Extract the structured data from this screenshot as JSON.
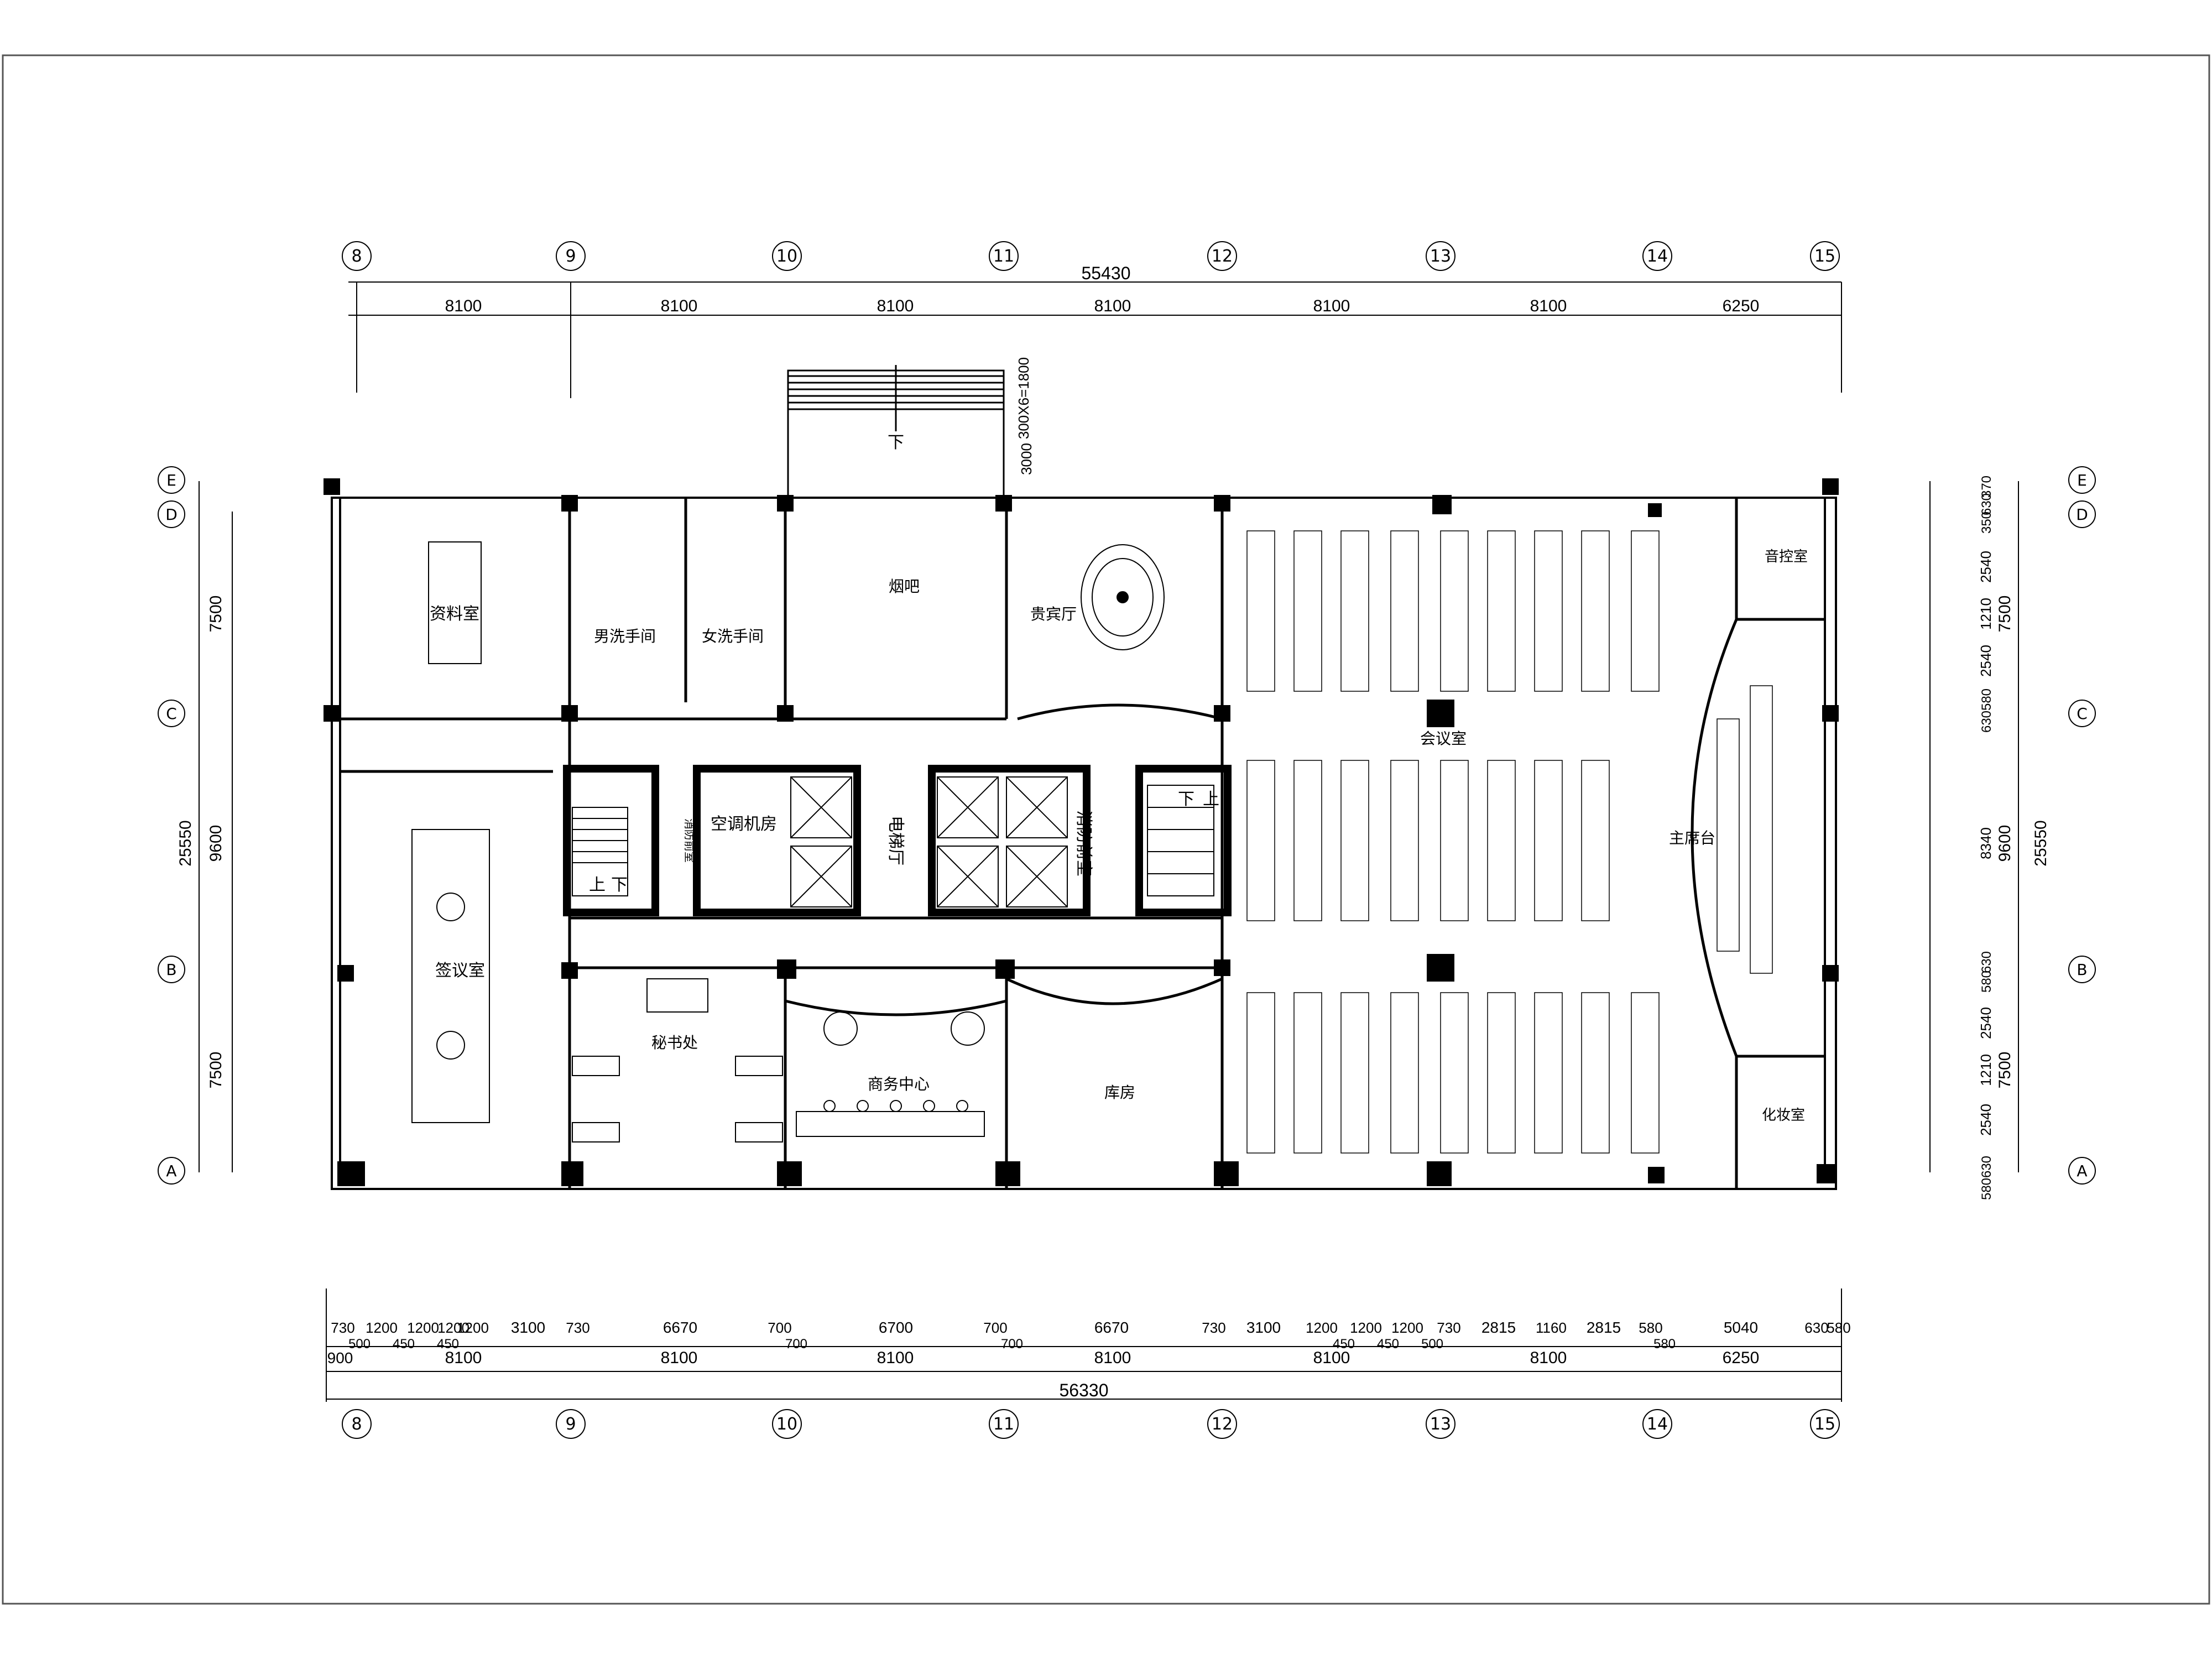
{
  "axes": {
    "top_labels": [
      "8",
      "9",
      "10",
      "11",
      "12",
      "13",
      "14",
      "15"
    ],
    "side_labels": [
      "E",
      "D",
      "C",
      "B",
      "A"
    ]
  },
  "dims": {
    "top_total": "55430",
    "top_spans": [
      "8100",
      "8100",
      "8100",
      "8100",
      "8100",
      "8100",
      "6250"
    ],
    "bottom_total": "56330",
    "bottom_row1": [
      "730",
      "1200",
      "1200",
      "1200",
      "1200",
      "3100",
      "730",
      "6670",
      "700",
      "6700",
      "700",
      "6670",
      "730",
      "3100",
      "1200",
      "1200",
      "1200",
      "730",
      "2815",
      "1160",
      "2815",
      "580",
      "5040",
      "630",
      "580"
    ],
    "bottom_row1b": [
      "500",
      "450",
      "450",
      "700",
      "700",
      "450",
      "450",
      "500",
      "580"
    ],
    "bottom_row2": [
      "900",
      "8100",
      "8100",
      "8100",
      "8100",
      "8100",
      "8100",
      "6250"
    ],
    "left_spans": [
      "7500",
      "9600",
      "7500"
    ],
    "left_total": "25550",
    "right_spans": [
      "7500",
      "9600",
      "7500"
    ],
    "right_total": "25550",
    "right_detail": [
      "370",
      "630",
      "350",
      "2540",
      "1210",
      "2540",
      "580",
      "630",
      "8340",
      "630",
      "580",
      "2540",
      "1210",
      "2540",
      "630",
      "580"
    ],
    "stair_note": "300X6=1800",
    "stair_depth": "3000"
  },
  "rooms": {
    "archive": "资料室",
    "mens_wc": "男洗手间",
    "womens_wc": "女洗手间",
    "smoke_bar": "烟吧",
    "vip_hall": "贵宾厅",
    "meeting": "会议室",
    "control": "音控室",
    "main_stage": "主席台",
    "makeup": "化妆室",
    "discussion": "签议室",
    "fire_lobby_small": "消防前室",
    "hvac": "空调机房",
    "elevator_hall": "电梯厅",
    "fire_lobby": "消防前室",
    "secretary": "秘书处",
    "business": "商务中心",
    "storage": "库房"
  },
  "stairs": {
    "down": "下",
    "up": "上"
  }
}
